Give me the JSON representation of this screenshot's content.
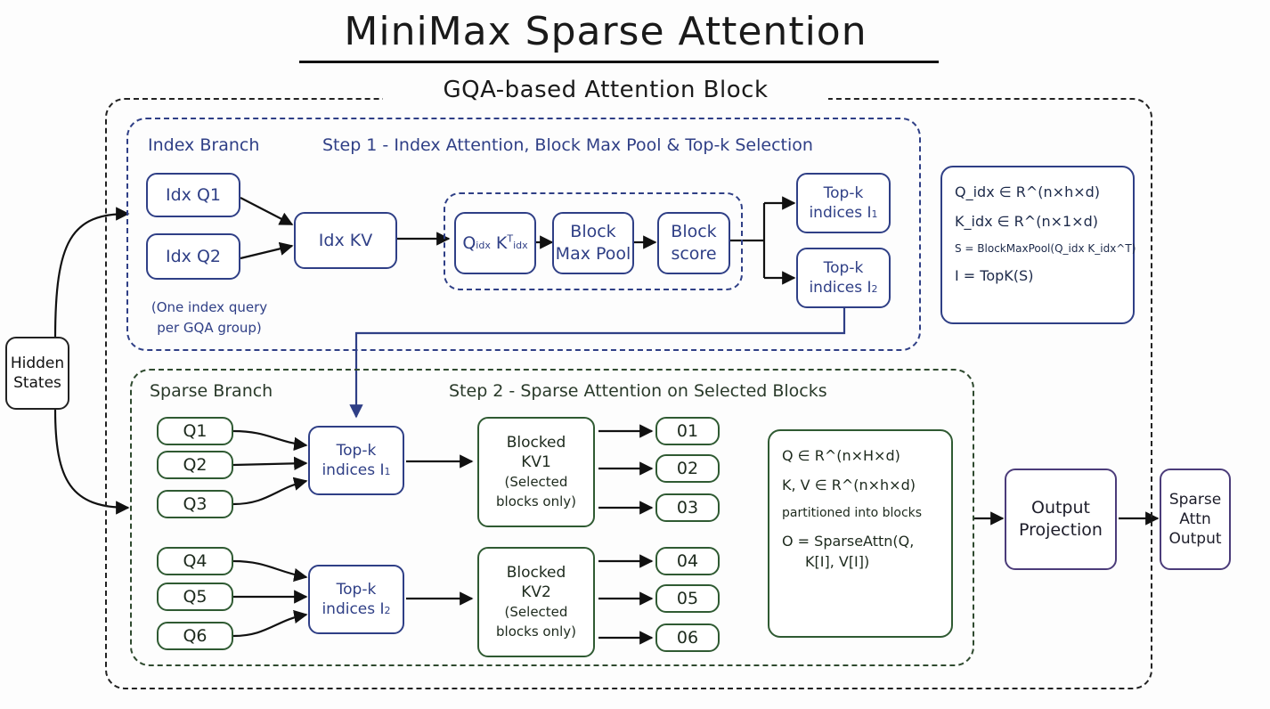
{
  "title": "MiniMax Sparse Attention",
  "outer_block": {
    "label": "GQA-based Attention Block"
  },
  "hidden_states": {
    "line1": "Hidden",
    "line2": "States"
  },
  "index_branch": {
    "label": "Index Branch",
    "step": "Step 1 - Index Attention, Block Max Pool & Top-k Selection",
    "idx_q1": "Idx Q1",
    "idx_q2": "Idx Q2",
    "idx_kv": "Idx KV",
    "note_line1": "(One index query",
    "note_line2": "per GQA group)",
    "qk_q": "Q",
    "qk_q_sub": "idx",
    "qk_k": "K",
    "qk_k_sub": "idx",
    "qk_sup": "T",
    "block_max_pool_line1": "Block",
    "block_max_pool_line2": "Max Pool",
    "block_score_line1": "Block",
    "block_score_line2": "score",
    "topk1_line1": "Top-k",
    "topk1_line2": "indices I",
    "topk1_sub": "1",
    "topk2_line1": "Top-k",
    "topk2_line2": "indices I",
    "topk2_sub": "2"
  },
  "index_formulas": {
    "f1": "Q_idx ∈ R^(n×h×d)",
    "f2": "K_idx ∈ R^(n×1×d)",
    "f3": "S = BlockMaxPool(Q_idx K_idx^T)",
    "f4": "I = TopK(S)"
  },
  "sparse_branch": {
    "label": "Sparse Branch",
    "step": "Step 2 - Sparse Attention on Selected Blocks",
    "queries": [
      "Q1",
      "Q2",
      "Q3",
      "Q4",
      "Q5",
      "Q6"
    ],
    "topk_a_line1": "Top-k",
    "topk_a_line2": "indices I",
    "topk_a_sub": "1",
    "topk_b_line1": "Top-k",
    "topk_b_line2": "indices I",
    "topk_b_sub": "2",
    "kv1_line1": "Blocked",
    "kv1_line2": "KV1",
    "kv1_line3": "(Selected",
    "kv1_line4": "blocks only)",
    "kv2_line1": "Blocked",
    "kv2_line2": "KV2",
    "kv2_line3": "(Selected",
    "kv2_line4": "blocks only)",
    "outputs": [
      "01",
      "02",
      "03",
      "04",
      "05",
      "06"
    ]
  },
  "sparse_formulas": {
    "f1": "Q ∈ R^(n×H×d)",
    "f2": "K, V ∈ R^(n×h×d)",
    "f3": "partitioned into blocks",
    "f4": "O = SparseAttn(Q,",
    "f5": "K[I], V[I])"
  },
  "output_projection": {
    "line1": "Output",
    "line2": "Projection"
  },
  "sparse_output": {
    "line1": "Sparse",
    "line2": "Attn",
    "line3": "Output"
  },
  "colors": {
    "blue": "#2f3f86",
    "green": "#2f5a32",
    "purple": "#4b3c7a",
    "black": "#222222"
  }
}
